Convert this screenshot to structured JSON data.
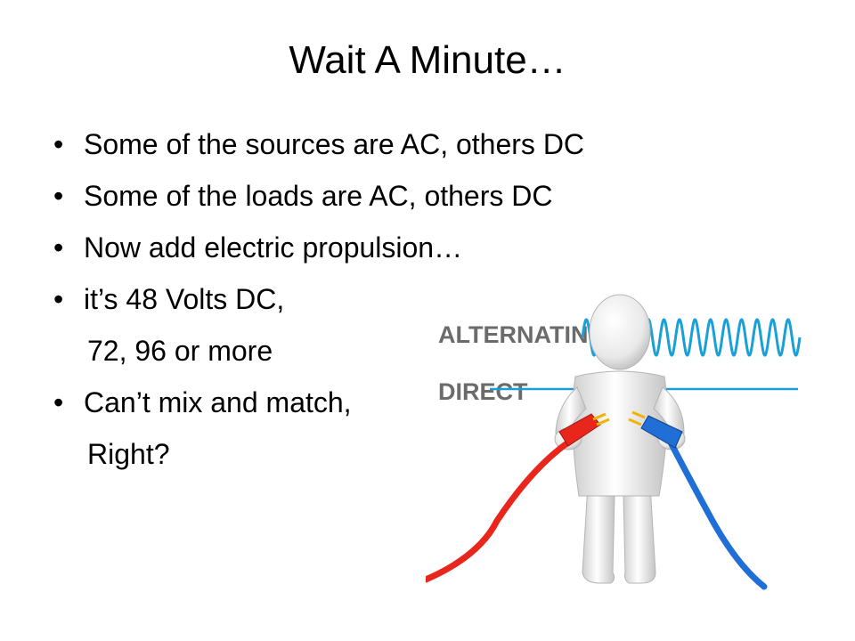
{
  "slide": {
    "title": "Wait A Minute…",
    "bullets": [
      {
        "text": "Some of the sources are AC, others DC",
        "style": "bullet"
      },
      {
        "text": "Some of the loads are AC, others DC",
        "style": "bullet"
      },
      {
        "text": "Now add electric propulsion…",
        "style": "bullet"
      },
      {
        "text": "it’s 48 Volts DC,",
        "style": "bullet"
      },
      {
        "text": "72, 96 or more",
        "style": "continuation"
      },
      {
        "text": "Can’t mix and match,",
        "style": "bullet"
      },
      {
        "text": "Right?",
        "style": "continuation"
      }
    ]
  },
  "figure": {
    "label_ac": "ALTERNATING",
    "label_dc": "DIRECT",
    "colors": {
      "wave": "#1aa0d8",
      "red_cable": "#e8261c",
      "blue_cable": "#1f6fd6",
      "plug_yellow": "#f0b400",
      "label": "#6b6b6b"
    }
  }
}
